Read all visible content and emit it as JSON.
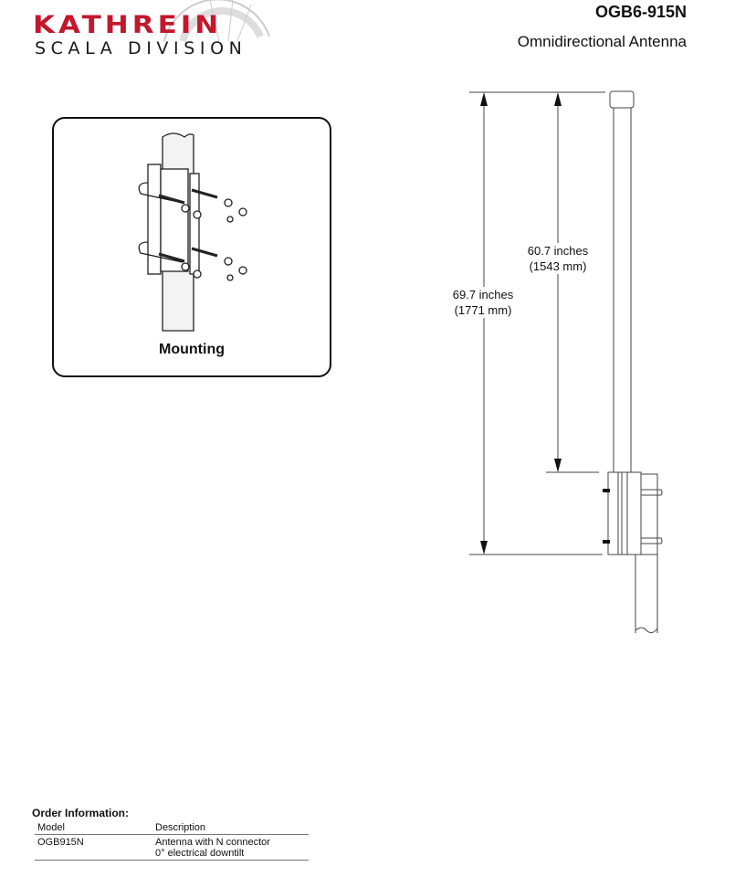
{
  "logo": {
    "brand": "KATHREIN",
    "division": "SCALA DIVISION",
    "brand_color": "#c3172c"
  },
  "header": {
    "model": "OGB6-915N",
    "subtitle": "Omnidirectional Antenna"
  },
  "mounting": {
    "label": "Mounting"
  },
  "dimensions": {
    "inner": {
      "inches": "60.7 inches",
      "mm": "(1543 mm)"
    },
    "outer": {
      "inches": "69.7 inches",
      "mm": "(1771 mm)"
    }
  },
  "order": {
    "heading": "Order Information:",
    "columns": [
      "Model",
      "Description"
    ],
    "rows": [
      {
        "model": "OGB915N",
        "description": [
          "Antenna with N connector",
          "0° electrical downtilt"
        ]
      }
    ]
  }
}
